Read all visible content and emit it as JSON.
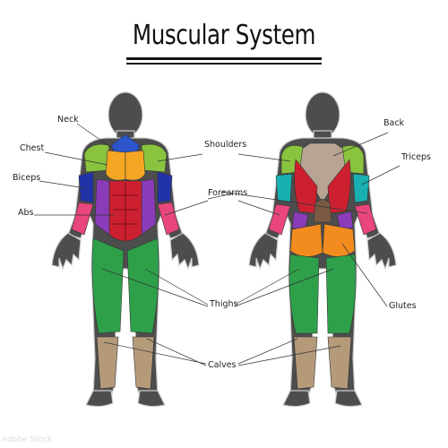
{
  "title": "Muscular System",
  "labels": {
    "neck": "Neck",
    "chest": "Chest",
    "biceps": "Biceps",
    "abs": "Abs",
    "shoulders": "Shoulders",
    "forearms": "Forearms",
    "thighs": "Thighs",
    "calves": "Calves",
    "back": "Back",
    "triceps": "Triceps",
    "glutes": "Glutes"
  },
  "stock_id": "129374622",
  "stock_mark": "Adobe Stock",
  "colors": {
    "body": "#4d4d4d",
    "neck": "#2b55c8",
    "chest": "#f5a623",
    "shoulders": "#8ac43f",
    "biceps": "#2233aa",
    "abs": "#cc2030",
    "forearms": "#e8467c",
    "obliques": "#8a3cb8",
    "thighs": "#2ea04a",
    "calves": "#b59a7a",
    "back_upper": "#b8a494",
    "back_lats": "#cc2030",
    "back_lower": "#7a5a44",
    "triceps": "#18b0b0",
    "glutes": "#f28c1e",
    "hamstrings": "#2ea04a"
  }
}
